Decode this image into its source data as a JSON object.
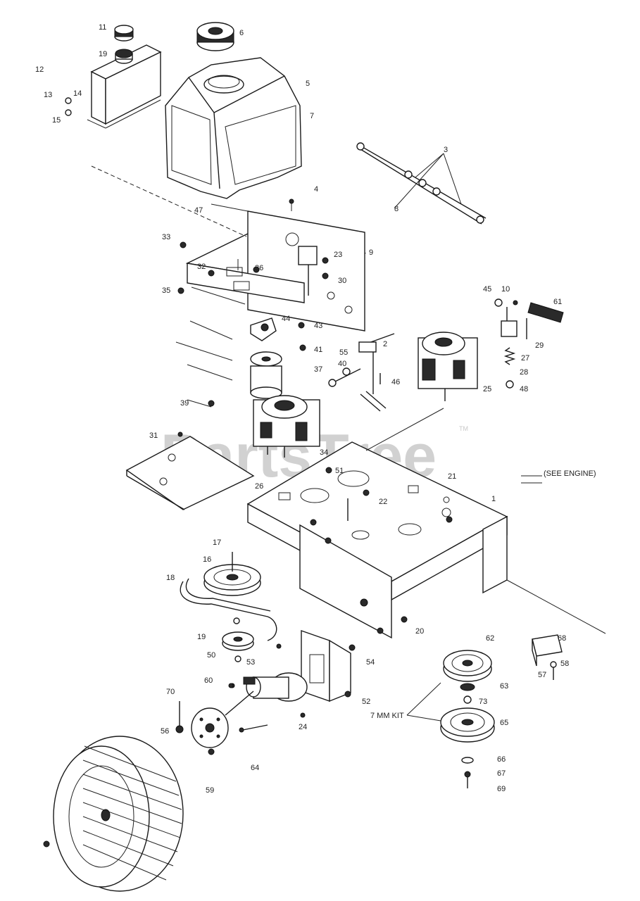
{
  "watermark": {
    "text": "PartsTree",
    "trademark": "TM"
  },
  "callouts": {
    "engine_note": "(SEE ENGINE)",
    "pulley_kit": "7 MM KIT"
  },
  "labels": [
    {
      "id": "l11",
      "text": "11"
    },
    {
      "id": "l6",
      "text": "6"
    },
    {
      "id": "l19",
      "text": "19"
    },
    {
      "id": "l12",
      "text": "12"
    },
    {
      "id": "l13",
      "text": "13"
    },
    {
      "id": "l14",
      "text": "14"
    },
    {
      "id": "l15",
      "text": "15"
    },
    {
      "id": "l5",
      "text": "5"
    },
    {
      "id": "l7",
      "text": "7"
    },
    {
      "id": "l3",
      "text": "3"
    },
    {
      "id": "l4",
      "text": "4"
    },
    {
      "id": "l47",
      "text": "47"
    },
    {
      "id": "l8",
      "text": "8"
    },
    {
      "id": "l9",
      "text": "9"
    },
    {
      "id": "l33",
      "text": "33"
    },
    {
      "id": "l32",
      "text": "32"
    },
    {
      "id": "l36",
      "text": "36"
    },
    {
      "id": "l35",
      "text": "35"
    },
    {
      "id": "l30",
      "text": "30"
    },
    {
      "id": "l23",
      "text": "23"
    },
    {
      "id": "l2",
      "text": "2"
    },
    {
      "id": "l44",
      "text": "44"
    },
    {
      "id": "l43",
      "text": "43"
    },
    {
      "id": "l41",
      "text": "41"
    },
    {
      "id": "l55",
      "text": "55"
    },
    {
      "id": "l37",
      "text": "37"
    },
    {
      "id": "l40",
      "text": "40"
    },
    {
      "id": "l46",
      "text": "46"
    },
    {
      "id": "l45",
      "text": "45"
    },
    {
      "id": "l10",
      "text": "10"
    },
    {
      "id": "l61",
      "text": "61"
    },
    {
      "id": "l29",
      "text": "29"
    },
    {
      "id": "l27",
      "text": "27"
    },
    {
      "id": "l28",
      "text": "28"
    },
    {
      "id": "l25",
      "text": "25"
    },
    {
      "id": "l48",
      "text": "48"
    },
    {
      "id": "l34",
      "text": "34"
    },
    {
      "id": "l31",
      "text": "31"
    },
    {
      "id": "l39",
      "text": "39"
    },
    {
      "id": "l51",
      "text": "51"
    },
    {
      "id": "l21",
      "text": "21"
    },
    {
      "id": "l1",
      "text": "1"
    },
    {
      "id": "l22",
      "text": "22"
    },
    {
      "id": "l26",
      "text": "26"
    },
    {
      "id": "l17",
      "text": "17"
    },
    {
      "id": "l16",
      "text": "16"
    },
    {
      "id": "l18",
      "text": "18"
    },
    {
      "id": "l20",
      "text": "20"
    },
    {
      "id": "l19b",
      "text": "19"
    },
    {
      "id": "l50",
      "text": "50"
    },
    {
      "id": "l53",
      "text": "53"
    },
    {
      "id": "l54",
      "text": "54"
    },
    {
      "id": "l52",
      "text": "52"
    },
    {
      "id": "l24",
      "text": "24"
    },
    {
      "id": "l60",
      "text": "60"
    },
    {
      "id": "l56",
      "text": "56"
    },
    {
      "id": "l70",
      "text": "70"
    },
    {
      "id": "l59",
      "text": "59"
    },
    {
      "id": "l64",
      "text": "64"
    },
    {
      "id": "l62",
      "text": "62"
    },
    {
      "id": "l63",
      "text": "63"
    },
    {
      "id": "l73",
      "text": "73"
    },
    {
      "id": "l65",
      "text": "65"
    },
    {
      "id": "l66",
      "text": "66"
    },
    {
      "id": "l67",
      "text": "67"
    },
    {
      "id": "l69",
      "text": "69"
    },
    {
      "id": "l68",
      "text": "68"
    },
    {
      "id": "l58",
      "text": "58"
    },
    {
      "id": "l57",
      "text": "57"
    }
  ]
}
